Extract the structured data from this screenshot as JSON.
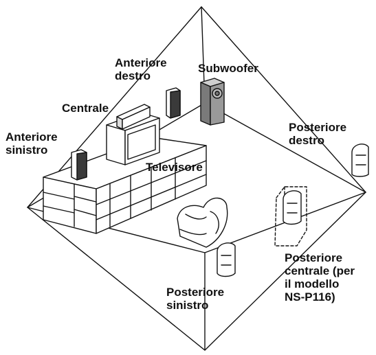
{
  "labels": {
    "front_right": [
      "Anteriore",
      "destro"
    ],
    "subwoofer": "Subwoofer",
    "center": "Centrale",
    "front_left": [
      "Anteriore",
      "sinistro"
    ],
    "tv": "Televisore",
    "rear_right": [
      "Posteriore",
      "destro"
    ],
    "rear_center": [
      "Posteriore",
      "centrale (per",
      "il modello",
      "NS-P116)"
    ],
    "rear_left": [
      "Posteriore",
      "sinistro"
    ]
  },
  "colors": {
    "line": "#111111",
    "subwoofer_fill": "#9a9a9a",
    "speaker_front": "#3a3a3a",
    "background": "#ffffff"
  }
}
